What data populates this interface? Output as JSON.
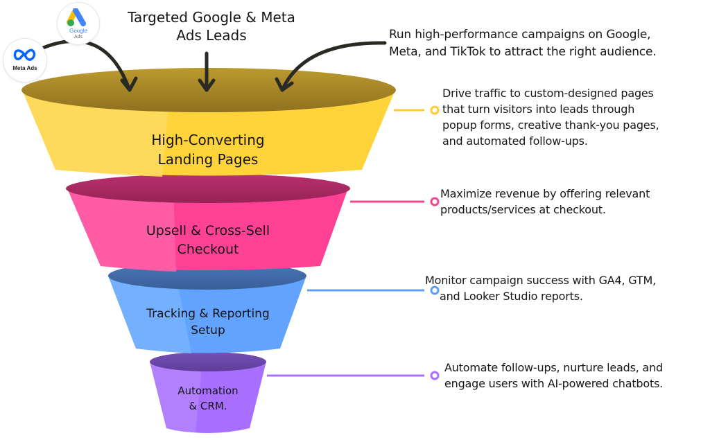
{
  "header": {
    "title_line1": "Targeted Google & Meta",
    "title_line2": "Ads Leads"
  },
  "logos": {
    "google": {
      "name": "Google",
      "sub": "Ads",
      "icon": "google-ads-icon"
    },
    "meta": {
      "name": "Meta Ads",
      "icon": "meta-infinity-icon"
    }
  },
  "intro": {
    "line1": "Run high-performance campaigns on Google,",
    "line2": "Meta, and TikTok to attract the right audience."
  },
  "stages": [
    {
      "label_line1": "High-Converting",
      "label_line2": "Landing Pages",
      "color": "#FFD43B",
      "rim_color": "#A8862A",
      "desc": [
        "Drive traffic to custom-designed pages",
        "that turn visitors into leads through",
        "popup forms, creative thank-you pages,",
        "and automated follow-ups."
      ]
    },
    {
      "label_line1": "Upsell & Cross-Sell",
      "label_line2": "Checkout",
      "color": "#FF4196",
      "rim_color": "#A9275F",
      "desc": [
        "Maximize revenue by offering relevant",
        "products/services at checkout."
      ]
    },
    {
      "label_line1": "Tracking & Reporting",
      "label_line2": "Setup",
      "color": "#63A4FF",
      "rim_color": "#3E69A6",
      "desc": [
        "Monitor campaign success with GA4, GTM,",
        "and Looker Studio reports."
      ]
    },
    {
      "label_line1": "Automation",
      "label_line2": "& CRM.",
      "color": "#A56BFF",
      "rim_color": "#6A47A6",
      "desc": [
        "Automate follow-ups, nurture leads, and",
        "engage users with AI-powered chatbots."
      ]
    }
  ]
}
